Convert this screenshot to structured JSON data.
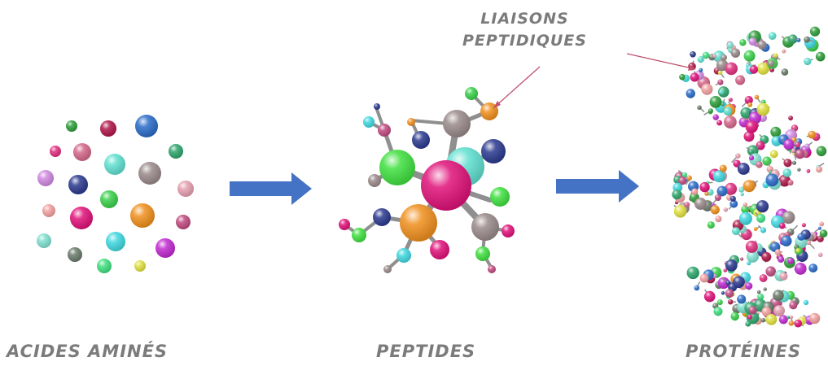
{
  "labels": {
    "amino_acids": "ACIDES  AMINÉS",
    "peptides": "PEPTIDES",
    "proteins": "PROTÉINES",
    "bonds_line1": "LIAISONS",
    "bonds_line2": "PEPTIDIQUES"
  },
  "colors": {
    "arrow": "#4472c4",
    "label": "#7b7b7b",
    "pointer": "#c0506e"
  },
  "palette": [
    "#2f9e3a",
    "#b0184a",
    "#2a6cc8",
    "#e0307f",
    "#d4678a",
    "#5fe0d0",
    "#2ea56b",
    "#d088e0",
    "#2b3a8f",
    "#3ad04a",
    "#9a8a8a",
    "#e6a0b0",
    "#f2a0a0",
    "#e0127a",
    "#f0901e",
    "#c04a80",
    "#80e0d0",
    "#6a7a6a",
    "#40e080",
    "#40d8e0",
    "#c02ad0",
    "#e0e040"
  ]
}
